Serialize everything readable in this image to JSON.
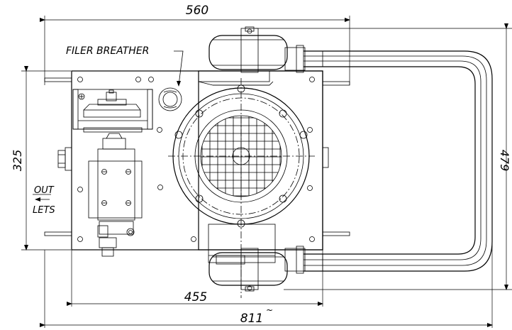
{
  "dimensions": {
    "overall_width_top": "560",
    "overall_height_left": "325",
    "overall_height_right": "479",
    "base_width_bottom": "455",
    "total_length_bottom": "811"
  },
  "labels": {
    "filter_breather": "FILER BREATHER",
    "outlets_line1": "OUT",
    "outlets_line2": "LETS"
  }
}
